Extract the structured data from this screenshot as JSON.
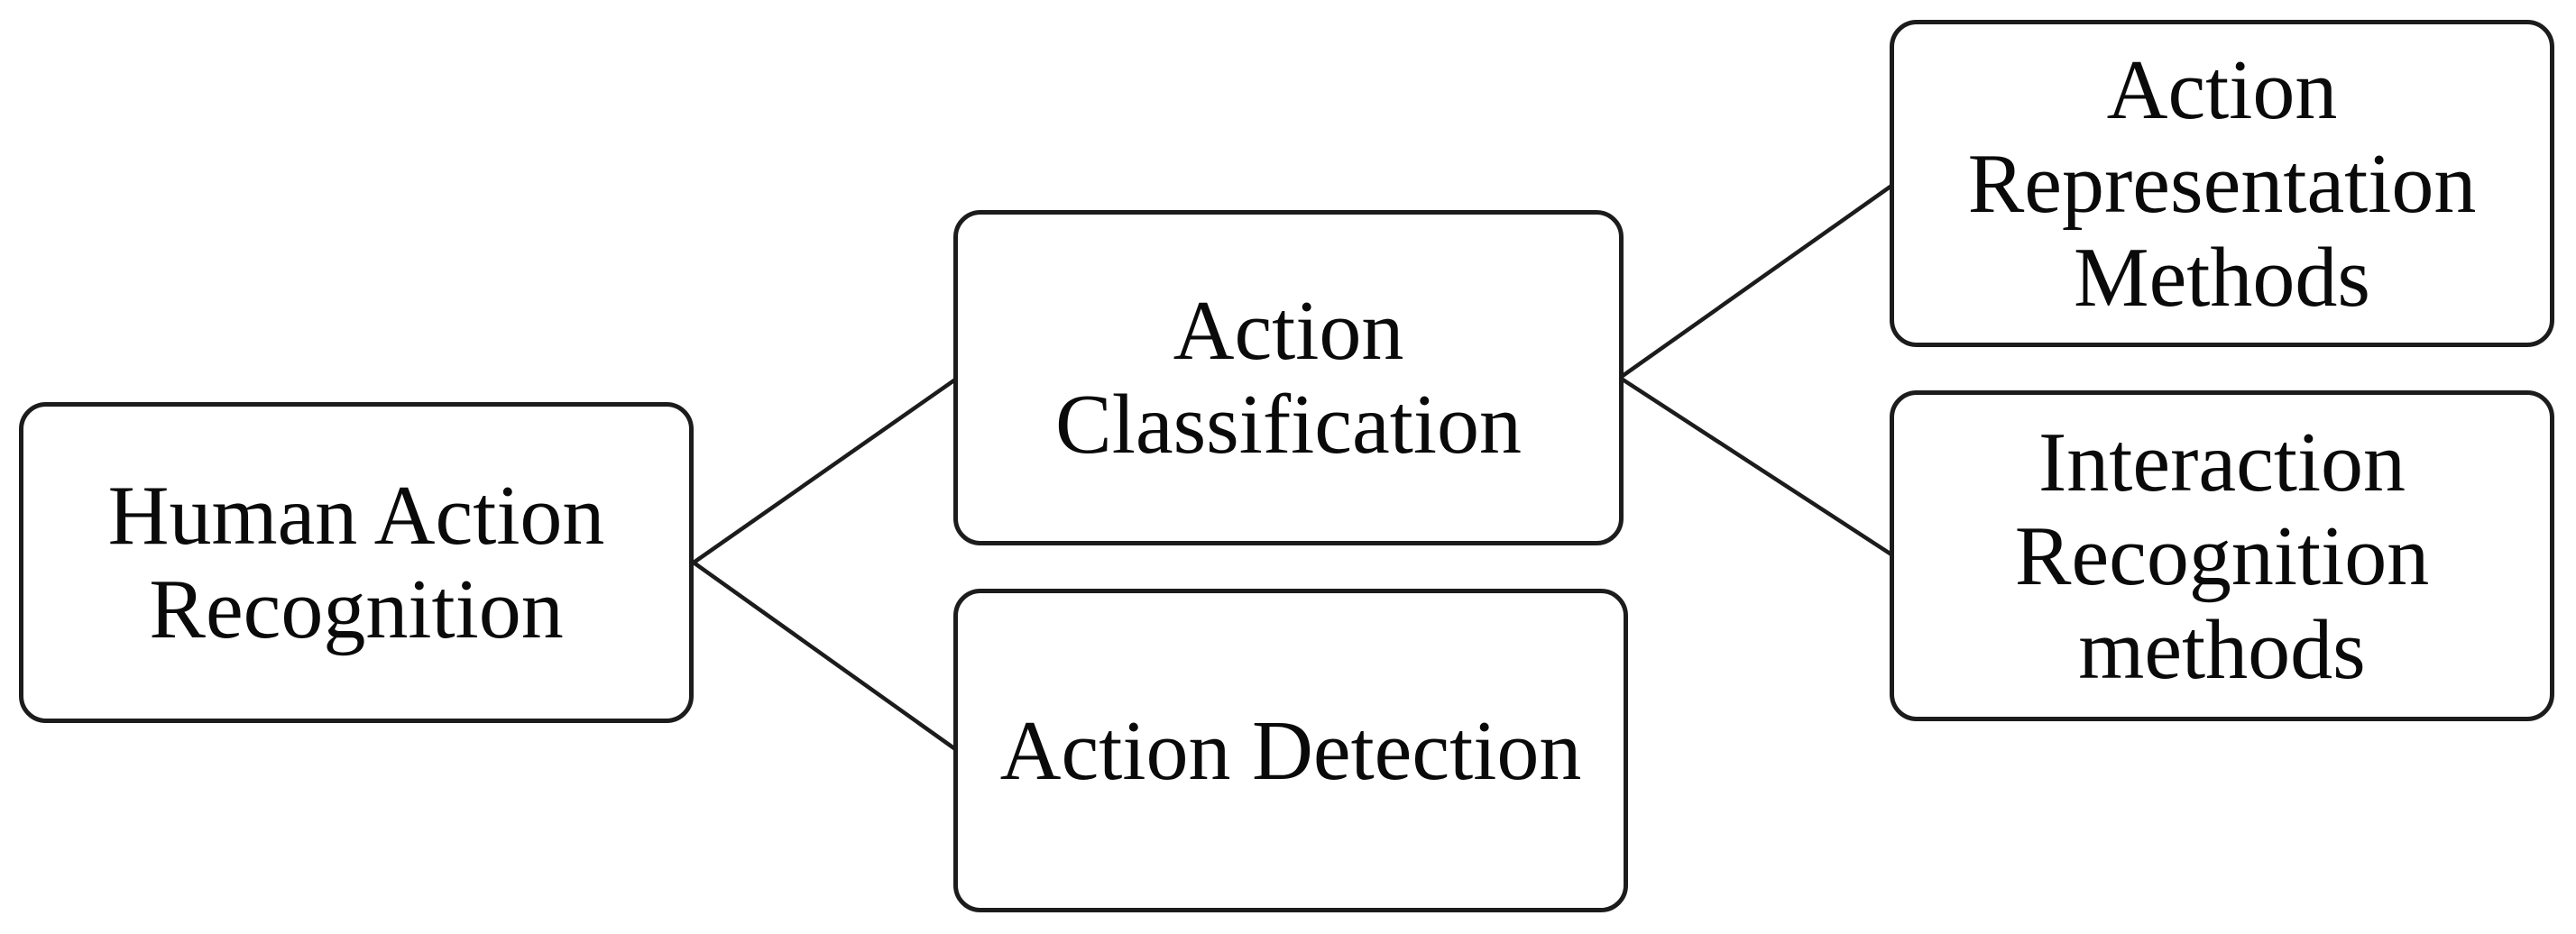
{
  "diagram": {
    "background_color": "#ffffff",
    "node_fill_color": "#ffffff",
    "node_border_color": "#1c1c1c",
    "edge_color": "#1c1c1c",
    "text_color": "#0a0a0a",
    "nodes": [
      {
        "id": "human-action-recognition",
        "label": "Human Action Recognition",
        "lines": [
          "Human Action",
          "Recognition"
        ]
      },
      {
        "id": "action-classification",
        "label": "Action Classification",
        "lines": [
          "Action",
          "Classification"
        ]
      },
      {
        "id": "action-detection",
        "label": "Action Detection",
        "lines": [
          "Action Detection"
        ]
      },
      {
        "id": "action-representation-methods",
        "label": "Action Representation Methods",
        "lines": [
          "Action",
          "Representation",
          "Methods"
        ]
      },
      {
        "id": "interaction-recognition-methods",
        "label": "Interaction Recognition methods",
        "lines": [
          "Interaction",
          "Recognition",
          "methods"
        ]
      }
    ],
    "edges": [
      {
        "from": "human-action-recognition",
        "to": "action-classification"
      },
      {
        "from": "human-action-recognition",
        "to": "action-detection"
      },
      {
        "from": "action-classification",
        "to": "action-representation-methods"
      },
      {
        "from": "action-classification",
        "to": "interaction-recognition-methods"
      }
    ]
  }
}
